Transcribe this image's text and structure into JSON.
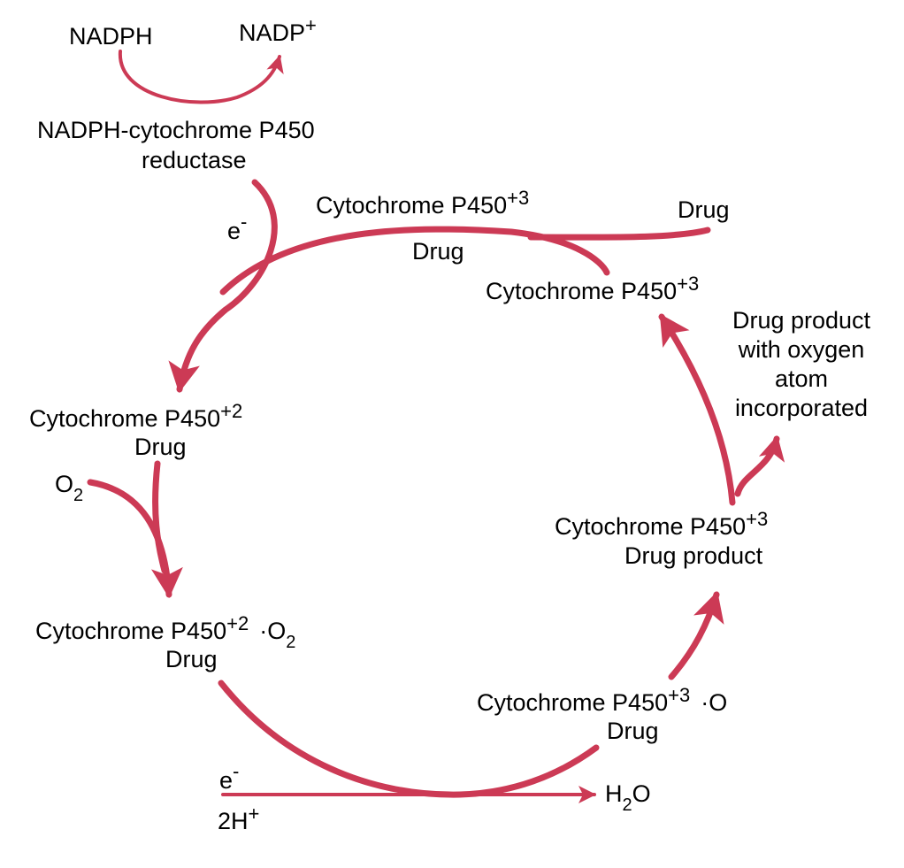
{
  "colors": {
    "arrow": "#cc3a55",
    "text": "#000000",
    "background": "#ffffff"
  },
  "labels": {
    "nadph": "NADPH",
    "nadp_base": "NADP",
    "nadp_sup": "+",
    "reductase_line1": "NADPH-cytochrome P450",
    "reductase_line2": "reductase",
    "e_top": "e",
    "e_top_sup": "-",
    "top_cyt_base": "Cytochrome P450",
    "top_cyt_sup": "+3",
    "top_drug": "Drug",
    "drug_in": "Drug",
    "right_cyt_base": "Cytochrome P450",
    "right_cyt_sup": "+3",
    "product_line1": "Drug product",
    "product_line2": "with oxygen",
    "product_line3": "atom",
    "product_line4": "incorporated",
    "left_cyt_base": "Cytochrome P450",
    "left_cyt_sup": "+2",
    "left_drug": "Drug",
    "o2_base": "O",
    "o2_sub": "2",
    "cyt_o2_base": "Cytochrome P450",
    "cyt_o2_sup": "+2",
    "cyt_o2_dot": "·O",
    "cyt_o2_sub": "2",
    "cyt_o2_drug": "Drug",
    "rcyt_prod_base": "Cytochrome P450",
    "rcyt_prod_sup": "+3",
    "rcyt_prod_drug": "Drug product",
    "cyt_o_base": "Cytochrome P450",
    "cyt_o_sup": "+3",
    "cyt_o_dot": "·O",
    "cyt_o_drug": "Drug",
    "e_bottom": "e",
    "e_bottom_sup": "-",
    "h_base": "2H",
    "h_sup": "+",
    "h2o_h": "H",
    "h2o_sub": "2",
    "h2o_o": "O"
  }
}
